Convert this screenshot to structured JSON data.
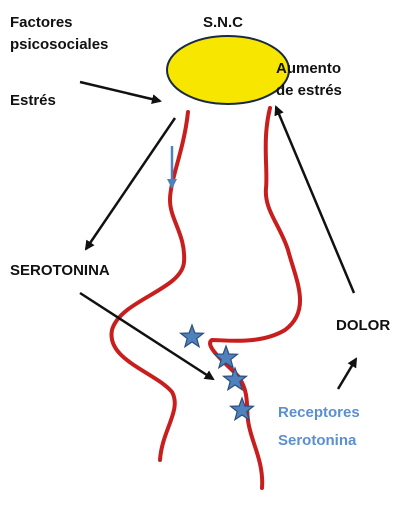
{
  "labels": {
    "psychosocial_factors_line1": "Factores",
    "psychosocial_factors_line2": "psicosociales",
    "stress": "Estrés",
    "cns": "S.N.C",
    "stress_increase_line1": "Aumento",
    "stress_increase_line2": "de estrés",
    "serotonin": "SEROTONINA",
    "pain": "DOLOR",
    "receptors_line1": "Receptores",
    "receptors_line2": "Serotonina"
  },
  "colors": {
    "cns_fill": "#f7e600",
    "nerve": "#c81e1e",
    "arrow": "#111111",
    "down_arrow": "#4f81bd",
    "receptor_star": "#4f81bd",
    "receptor_text": "#5b8fd1"
  }
}
